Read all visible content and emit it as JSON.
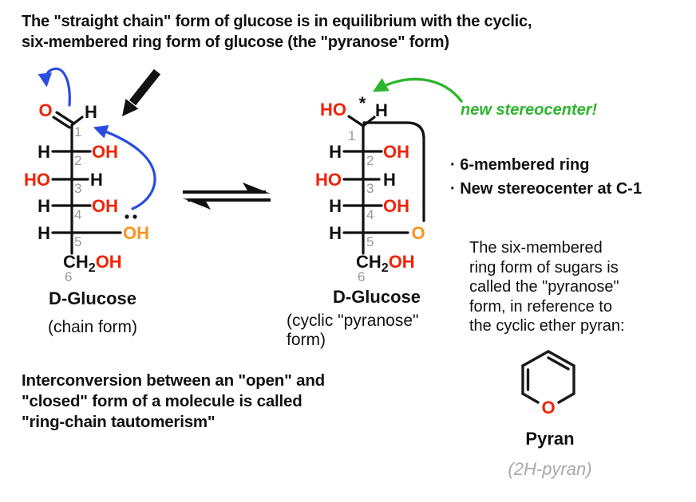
{
  "title": {
    "text": "The \"straight chain\" form of glucose is in equilibrium with the cyclic,\nsix-membered ring form of glucose (the \"pyranose\" form)"
  },
  "chain_molecule": {
    "label": "D-Glucose",
    "form_label": "(chain form)",
    "aldehyde_o": "O",
    "aldehyde_h": "H",
    "c1_num": "1",
    "rows": [
      {
        "left": "H",
        "right": "OH",
        "num": "2"
      },
      {
        "left": "HO",
        "right": "H",
        "num": "3"
      },
      {
        "left": "H",
        "right": "OH",
        "num": "4"
      },
      {
        "left": "H",
        "right": "OH",
        "num": "5"
      }
    ],
    "c6": {
      "ch": "CH",
      "sub": "2",
      "oh": "OH",
      "num": "6"
    }
  },
  "cyclic_molecule": {
    "label": "D-Glucose",
    "form_label": "(cyclic \"pyranose\"\nform)",
    "ho": "HO",
    "star": "*",
    "h": "H",
    "c1_num": "1",
    "rows": [
      {
        "left": "H",
        "right": "OH",
        "num": "2"
      },
      {
        "left": "HO",
        "right": "H",
        "num": "3"
      },
      {
        "left": "H",
        "right": "OH",
        "num": "4"
      },
      {
        "left": "H",
        "right": "O",
        "num": "5"
      }
    ],
    "c6": {
      "ch": "CH",
      "sub": "2",
      "oh": "OH",
      "num": "6"
    }
  },
  "annotations": {
    "new_stereocenter": "new stereocenter!",
    "bullet_1": "· 6-membered ring",
    "bullet_2": "· New stereocenter at C-1",
    "right_paragraph": "The six-membered\nring form of sugars is\ncalled the \"pyranose\"\nform, in reference to\nthe cyclic ether pyran:",
    "bottom_note": "Interconversion between an \"open\" and\n\"closed\" form of a molecule is called\n\"ring-chain tautomerism\""
  },
  "pyran": {
    "label": "Pyran",
    "alt_label": "(2H-pyran)",
    "o": "O"
  },
  "colors": {
    "red": "#ee2409",
    "orange": "#f7941e",
    "blue": "#2a4ce0",
    "green": "#2db52d",
    "number_gray": "#999999",
    "alt_label_gray": "#a9a9a9",
    "black": "#111111"
  }
}
